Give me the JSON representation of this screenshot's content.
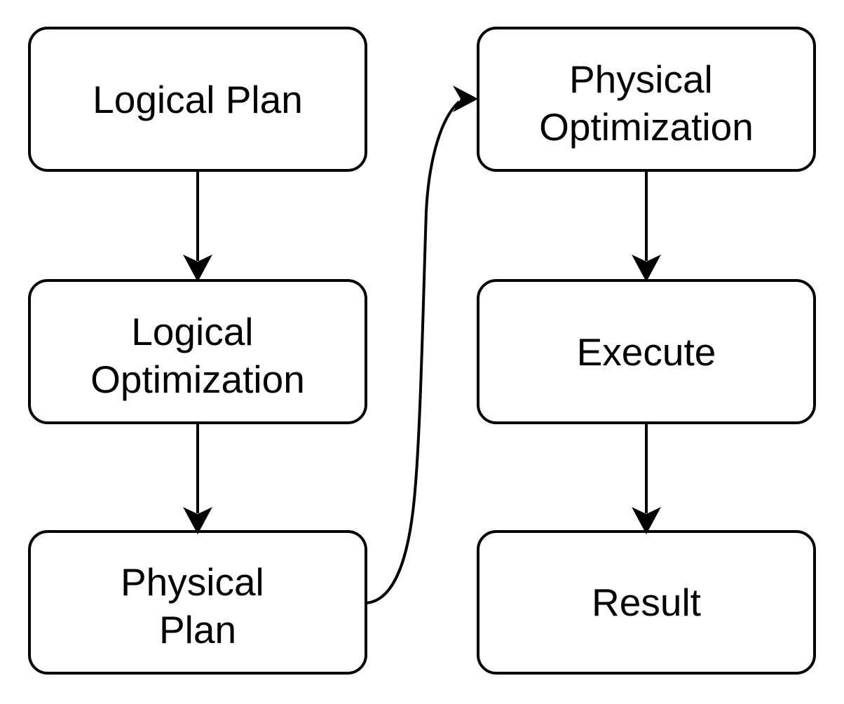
{
  "diagram": {
    "background_color": "#ffffff",
    "stroke_color": "#000000",
    "fill_color": "#ffffff",
    "nodes": [
      {
        "id": "logical-plan",
        "lines": [
          "Logical Plan"
        ]
      },
      {
        "id": "logical-optimization",
        "lines": [
          "Logical",
          "Optimization"
        ]
      },
      {
        "id": "physical-plan",
        "lines": [
          "Physical",
          "Plan"
        ]
      },
      {
        "id": "physical-optimization",
        "lines": [
          "Physical",
          "Optimization"
        ]
      },
      {
        "id": "execute",
        "lines": [
          "Execute"
        ]
      },
      {
        "id": "result",
        "lines": [
          "Result"
        ]
      }
    ],
    "edges": [
      {
        "from": "logical-plan",
        "to": "logical-optimization",
        "type": "straight-arrow"
      },
      {
        "from": "logical-optimization",
        "to": "physical-plan",
        "type": "straight-arrow"
      },
      {
        "from": "physical-plan",
        "to": "physical-optimization",
        "type": "curved-arrow"
      },
      {
        "from": "physical-optimization",
        "to": "execute",
        "type": "straight-arrow"
      },
      {
        "from": "execute",
        "to": "result",
        "type": "straight-arrow"
      }
    ]
  }
}
